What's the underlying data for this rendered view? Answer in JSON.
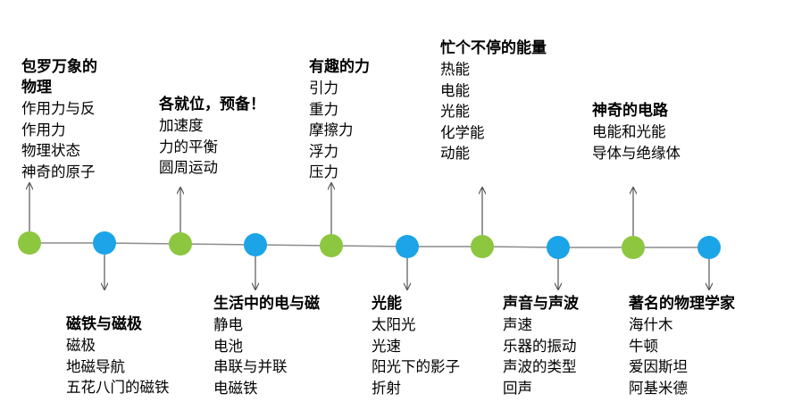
{
  "colors": {
    "green": "#8DC63F",
    "blue": "#1BA4E8",
    "line": "#8C8C8C",
    "arrow": "#555555"
  },
  "timeline": [
    {
      "title_lines": [
        "包罗万象的",
        "物理"
      ],
      "items": [
        "作用力与反",
        "作用力",
        "物理状态",
        "神奇的原子"
      ],
      "color": "green",
      "side": "above"
    },
    {
      "title_lines": [
        "磁铁与磁极"
      ],
      "items": [
        "磁极",
        "地磁导航",
        "五花八门的磁铁"
      ],
      "color": "blue",
      "side": "below"
    },
    {
      "title_lines": [
        "各就位，预备！"
      ],
      "items": [
        "加速度",
        "力的平衡",
        "圆周运动"
      ],
      "color": "green",
      "side": "above"
    },
    {
      "title_lines": [
        "生活中的电与磁"
      ],
      "items": [
        "静电",
        "电池",
        "串联与并联",
        "电磁铁"
      ],
      "color": "blue",
      "side": "below"
    },
    {
      "title_lines": [
        "有趣的力"
      ],
      "items": [
        "引力",
        "重力",
        "摩擦力",
        "浮力",
        "压力"
      ],
      "color": "green",
      "side": "above"
    },
    {
      "title_lines": [
        "光能"
      ],
      "items": [
        "太阳光",
        "光速",
        "阳光下的影子",
        "折射"
      ],
      "color": "blue",
      "side": "below"
    },
    {
      "title_lines": [
        "忙个不停的能量"
      ],
      "items": [
        "热能",
        "电能",
        "光能",
        "化学能",
        "动能"
      ],
      "color": "green",
      "side": "above"
    },
    {
      "title_lines": [
        "声音与声波"
      ],
      "items": [
        "声速",
        "乐器的振动",
        "声波的类型",
        "回声"
      ],
      "color": "blue",
      "side": "below"
    },
    {
      "title_lines": [
        "神奇的电路"
      ],
      "items": [
        "电能和光能",
        "导体与绝缘体"
      ],
      "color": "green",
      "side": "above"
    },
    {
      "title_lines": [
        "著名的物理学家"
      ],
      "items": [
        "海什木",
        "牛顿",
        "爱因斯坦",
        "阿基米德"
      ],
      "color": "blue",
      "side": "below"
    }
  ]
}
